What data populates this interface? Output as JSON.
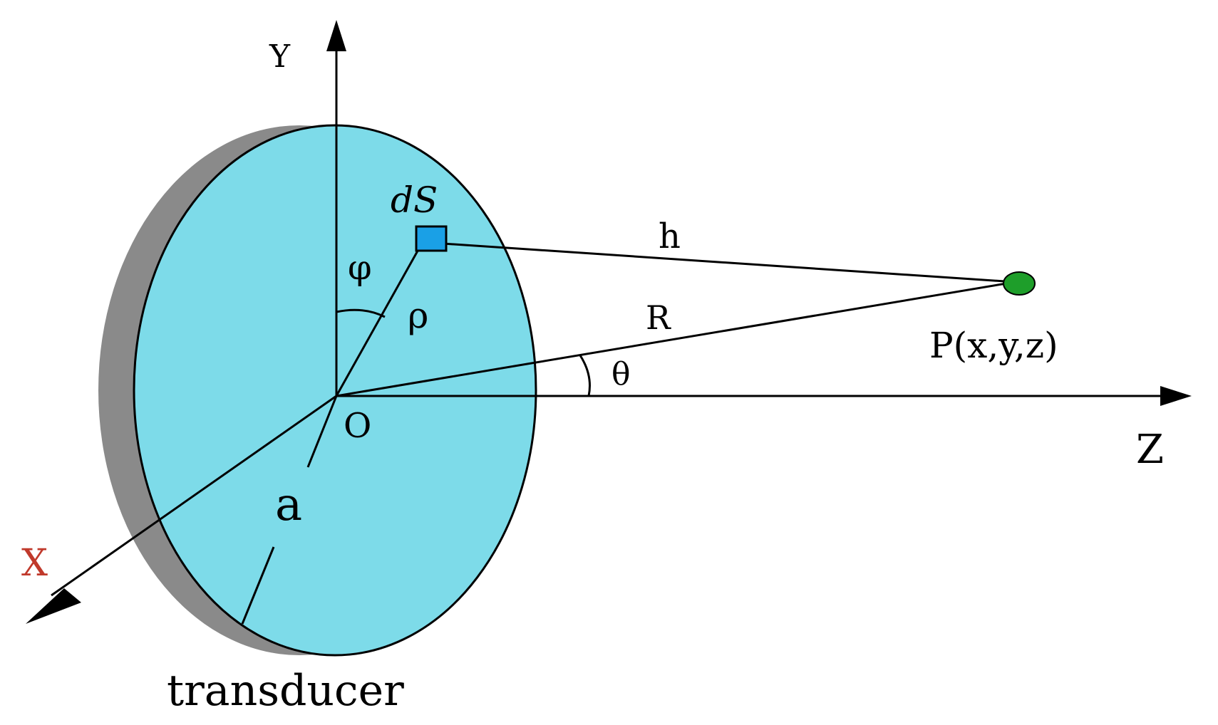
{
  "labels": {
    "y_axis": "Y",
    "z_axis": "Z",
    "x_axis": "X",
    "origin": "O",
    "element": "dS",
    "phi": "φ",
    "rho": "ρ",
    "h": "h",
    "R": "R",
    "theta": "θ",
    "point": "P(x,y,z)",
    "radius": "a",
    "transducer": "transducer"
  },
  "colors": {
    "disk_face": "#7ddbe9",
    "disk_rim": "#8a8a8a",
    "element_fill": "#1aa0e6",
    "point_fill": "#1e9e2a",
    "axis_label_red": "#c0392b",
    "line": "#000000"
  }
}
